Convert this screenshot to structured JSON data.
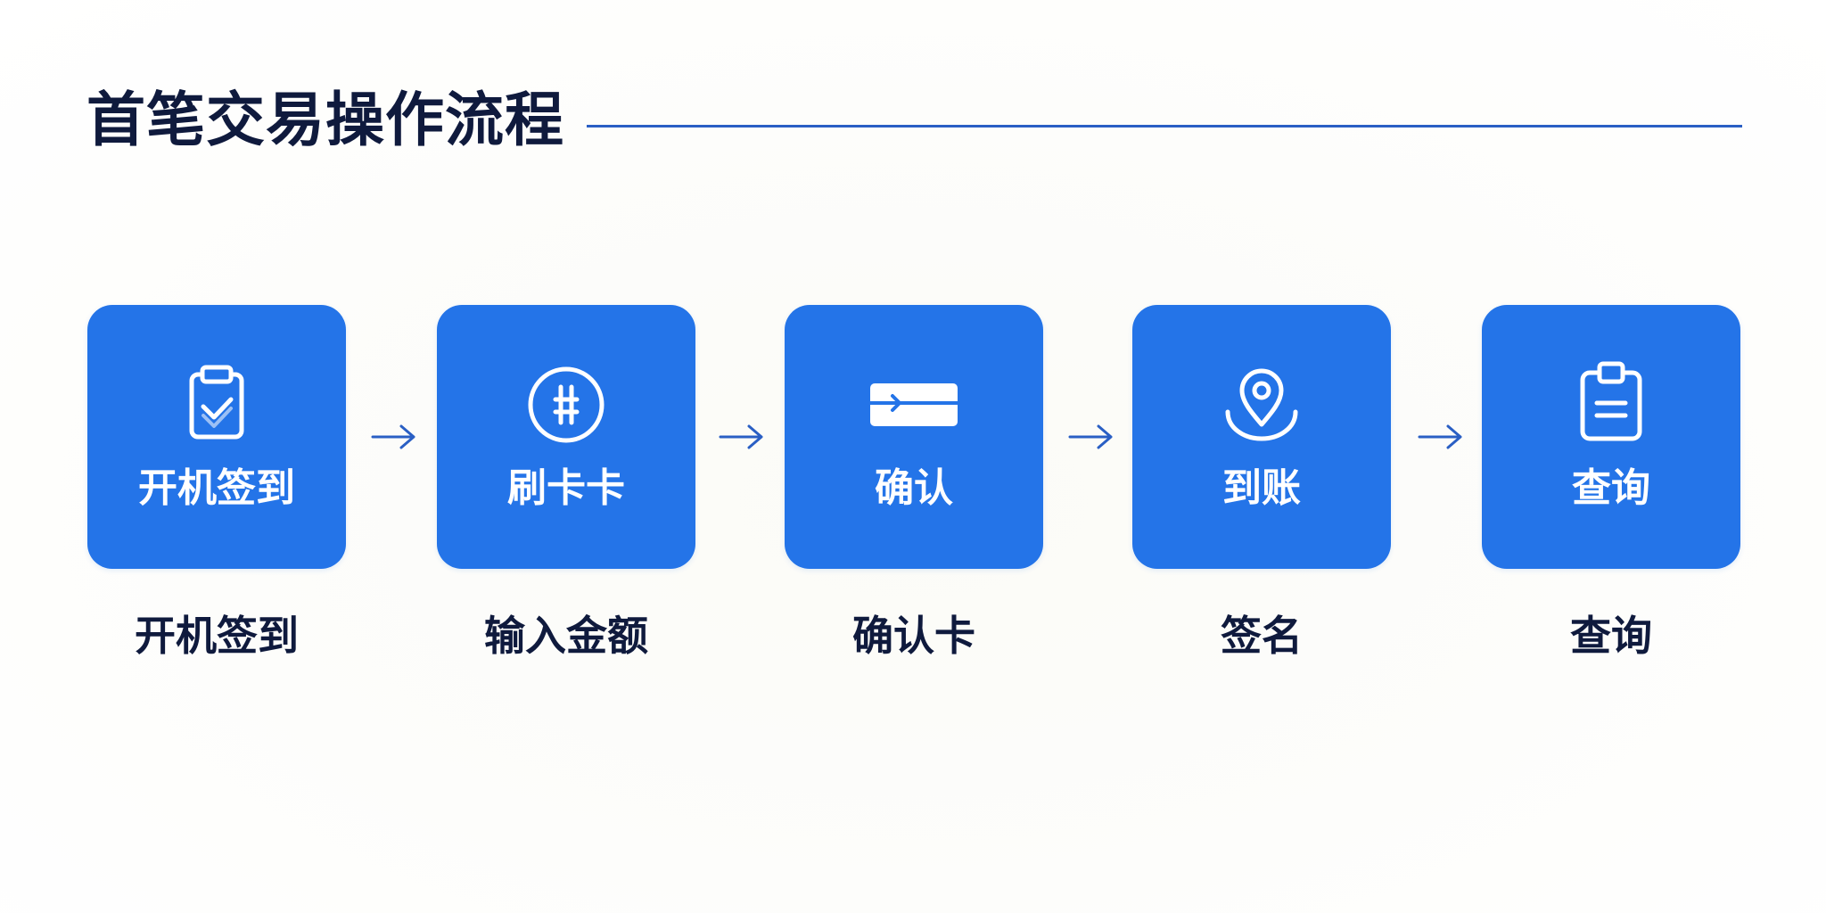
{
  "title": "首笔交易操作流程",
  "colors": {
    "card": "#2474e8",
    "title_text": "#0f1a3d",
    "rule": "#2a5fc4",
    "arrow": "#2a5fc4"
  },
  "steps": [
    {
      "card_label": "开机签到",
      "caption": "开机签到",
      "icon": "clipboard-check-icon"
    },
    {
      "card_label": "刷卡卡",
      "caption": "输入金额",
      "icon": "coin-icon"
    },
    {
      "card_label": "确认",
      "caption": "确认卡",
      "icon": "card-arrow-icon"
    },
    {
      "card_label": "到账",
      "caption": "签名",
      "icon": "location-pin-icon"
    },
    {
      "card_label": "查询",
      "caption": "查询",
      "icon": "clipboard-list-icon"
    }
  ]
}
